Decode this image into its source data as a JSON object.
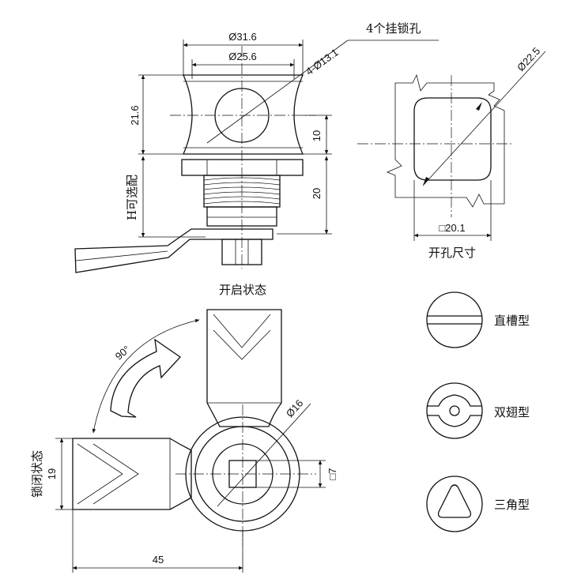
{
  "dimensions": {
    "d31_6": "Ø31.6",
    "d25_6": "Ø25.6",
    "holes": "4-Ø13.1",
    "h21_6": "21.6",
    "h10": "10",
    "h20": "20",
    "d22_5": "Ø22.5",
    "sq20_1": "□20.1",
    "d16": "Ø16",
    "sq7": "□7",
    "h19": "19",
    "w45": "45",
    "angle90": "90°"
  },
  "labels": {
    "padlock_holes": "4个挂锁孔",
    "h_optional": "H可选配",
    "cutout_size": "开孔尺寸",
    "open_state": "开启状态",
    "locked_state": "锁闭状态",
    "slot_type": "直槽型",
    "double_wing_type": "双翅型",
    "triangle_type": "三角型"
  }
}
